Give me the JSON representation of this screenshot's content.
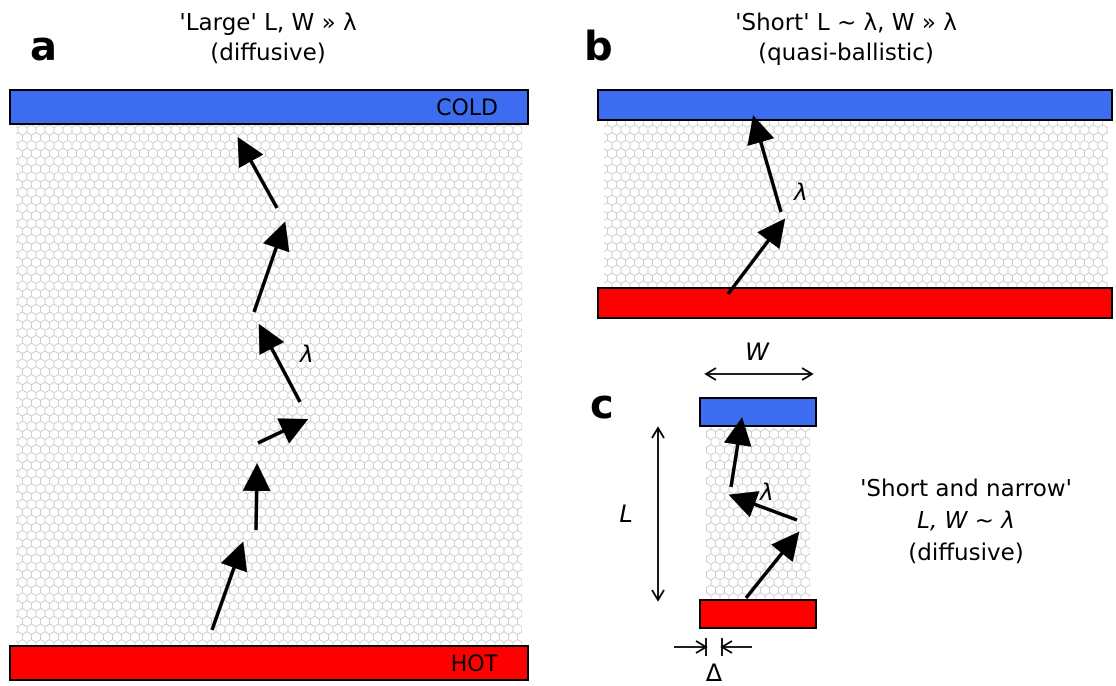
{
  "panels": {
    "a": {
      "letter": "a",
      "title_line1": "'Large' L, W » λ",
      "title_line2": "(diffusive)",
      "cold_label": "COLD",
      "hot_label": "HOT",
      "mfp_label": "λ"
    },
    "b": {
      "letter": "b",
      "title_line1": "'Short' L ~ λ, W » λ",
      "title_line2": "(quasi-ballistic)",
      "mfp_label": "λ"
    },
    "c": {
      "letter": "c",
      "title_line1": "'Short and narrow'",
      "title_line2": "L, W ~ λ",
      "title_line3": "(diffusive)",
      "width_label": "W",
      "length_label": "L",
      "mfp_label": "λ",
      "delta_label": "Δ"
    }
  },
  "colors": {
    "cold": "#3c6cf0",
    "hot": "#ff0000",
    "lattice": "#c8c8c8"
  }
}
